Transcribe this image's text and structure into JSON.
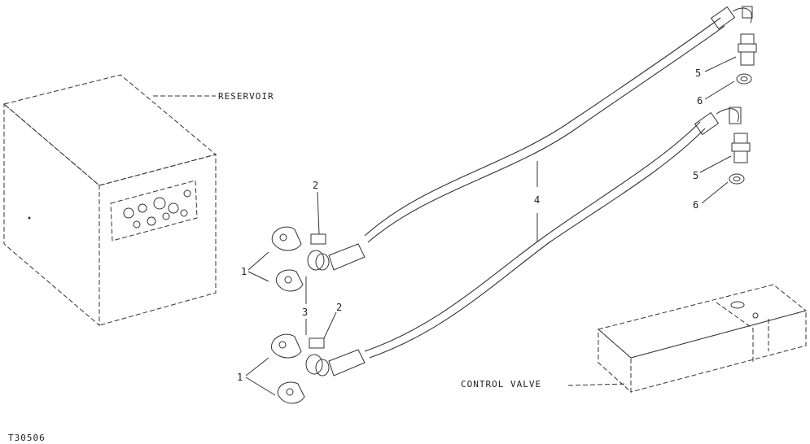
{
  "labels": {
    "reservoir": "RESERVOIR",
    "control_valve": "CONTROL VALVE",
    "figure_id": "T30506"
  },
  "callouts": {
    "one_a": "1",
    "one_b": "1",
    "two_a": "2",
    "two_b": "2",
    "three": "3",
    "four": "4",
    "five_a": "5",
    "five_b": "5",
    "six_a": "6",
    "six_b": "6"
  }
}
